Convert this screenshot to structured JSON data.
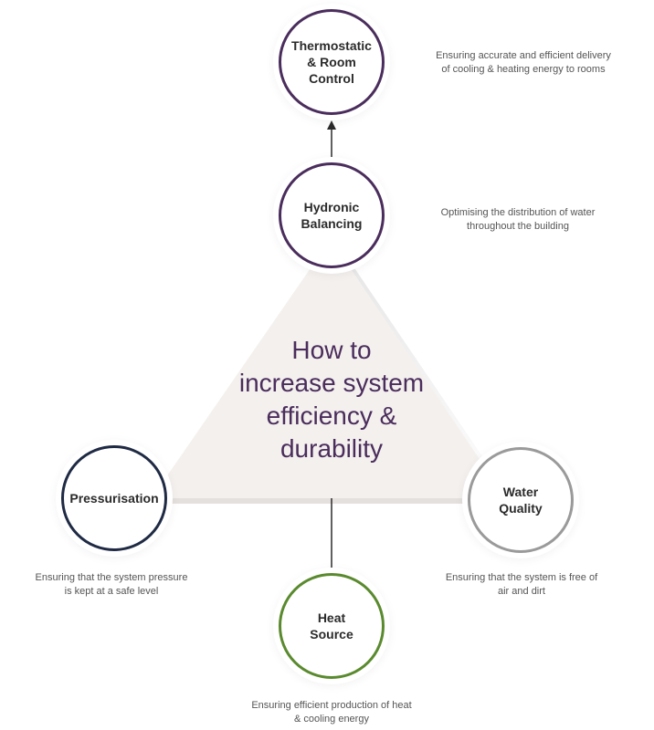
{
  "title": "How to\nincrease system\nefficiency &\ndurability",
  "colors": {
    "purple": "#4a2d5c",
    "navy": "#1f2a44",
    "grey": "#9a9a9a",
    "green": "#5a8a2e",
    "triangle": "#f4f0ee"
  },
  "nodes": {
    "thermostatic": {
      "label": "Thermostatic\n& Room\nControl",
      "description": "Ensuring accurate and efficient delivery\nof cooling & heating energy to rooms"
    },
    "hydronic": {
      "label": "Hydronic\nBalancing",
      "description": "Optimising the distribution of water\nthroughout the building"
    },
    "pressurisation": {
      "label": "Pressurisation",
      "description": "Ensuring that the system pressure\nis kept at a safe level"
    },
    "water_quality": {
      "label": "Water\nQuality",
      "description": "Ensuring that the system is free of\nair and dirt"
    },
    "heat_source": {
      "label": "Heat\nSource",
      "description": "Ensuring efficient production of heat\n& cooling energy"
    }
  }
}
